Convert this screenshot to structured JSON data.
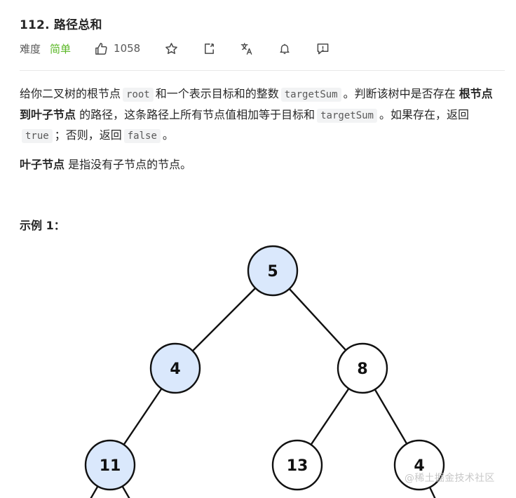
{
  "problem": {
    "title": "112. 路径总和",
    "difficulty_label": "难度",
    "difficulty": "简单",
    "likes": "1058"
  },
  "description": {
    "p1": "给你二叉树的根节点",
    "code_root": "root",
    "p2": "和一个表示目标和的整数",
    "code_target": "targetSum",
    "p3": "。判断该树中是否存在",
    "bold_path": "根节点到叶子节点",
    "p4": "的路径，这条路径上所有节点值相加等于目标和",
    "code_target2": "targetSum",
    "p5": "。如果存在，返回",
    "code_true": "true",
    "p6": "；否则，返回",
    "code_false": "false",
    "p7": "。"
  },
  "leaf_definition": {
    "bold": "叶子节点",
    "text": "是指没有子节点的节点。"
  },
  "example": {
    "title": "示例 1："
  },
  "tree": {
    "nodes": [
      "5",
      "4",
      "8",
      "11",
      "13",
      "4"
    ],
    "highlighted": [
      true,
      true,
      false,
      true,
      false,
      false
    ],
    "highlight_color": "#dae8fc",
    "plain_color": "#ffffff"
  },
  "watermark": "@稀土掘金技术社区",
  "colors": {
    "easy": "#5ab726",
    "text": "#262626",
    "secondary": "#595959"
  },
  "icons": [
    "thumbs-up-icon",
    "star-icon",
    "share-icon",
    "translate-icon",
    "bell-icon",
    "feedback-icon"
  ]
}
